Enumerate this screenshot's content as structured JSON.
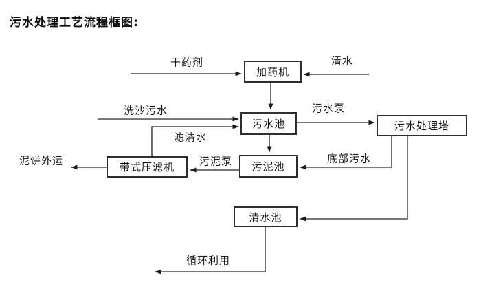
{
  "title": "污水处理工艺流程框图:",
  "diagram": {
    "type": "flowchart",
    "nodes": {
      "dosing_machine": "加药机",
      "sewage_pool": "污水池",
      "treatment_tower": "污水处理塔",
      "sludge_pool": "污泥池",
      "belt_filter_press": "带式压滤机",
      "clean_water_pool": "清水池"
    },
    "flow_labels": {
      "dry_chemical": "干药剂",
      "clean_water": "清水",
      "sand_washing_sewage": "洗沙污水",
      "filtered_water": "滤清水",
      "sewage_pump": "污水泵",
      "bottom_sewage": "底部污水",
      "sludge_pump": "污泥泵",
      "mud_cake_out": "泥饼外运",
      "recycle_use": "循环利用"
    },
    "edges": [
      {
        "from": "dry_chemical_input",
        "to": "dosing_machine",
        "label": "干药剂"
      },
      {
        "from": "clean_water_input",
        "to": "dosing_machine",
        "label": "清水"
      },
      {
        "from": "dosing_machine",
        "to": "sewage_pool",
        "label": ""
      },
      {
        "from": "sand_washing_input",
        "to": "sewage_pool",
        "label": "洗沙污水"
      },
      {
        "from": "belt_filter_press",
        "to": "sewage_pool",
        "label": "滤清水"
      },
      {
        "from": "sewage_pool",
        "to": "treatment_tower",
        "label": "污水泵"
      },
      {
        "from": "sewage_pool",
        "to": "sludge_pool",
        "label": ""
      },
      {
        "from": "treatment_tower",
        "to": "sludge_pool",
        "label": "底部污水"
      },
      {
        "from": "sludge_pool",
        "to": "belt_filter_press",
        "label": "污泥泵"
      },
      {
        "from": "belt_filter_press",
        "to": "outside",
        "label": "泥饼外运"
      },
      {
        "from": "treatment_tower",
        "to": "clean_water_pool",
        "label": ""
      },
      {
        "from": "clean_water_pool",
        "to": "reuse",
        "label": "循环利用"
      }
    ],
    "line_color": "#4a4a4a",
    "arrow_color": "#1a1a1a",
    "box_border_color": "#2e2e2e",
    "background_color": "#ffffff"
  }
}
